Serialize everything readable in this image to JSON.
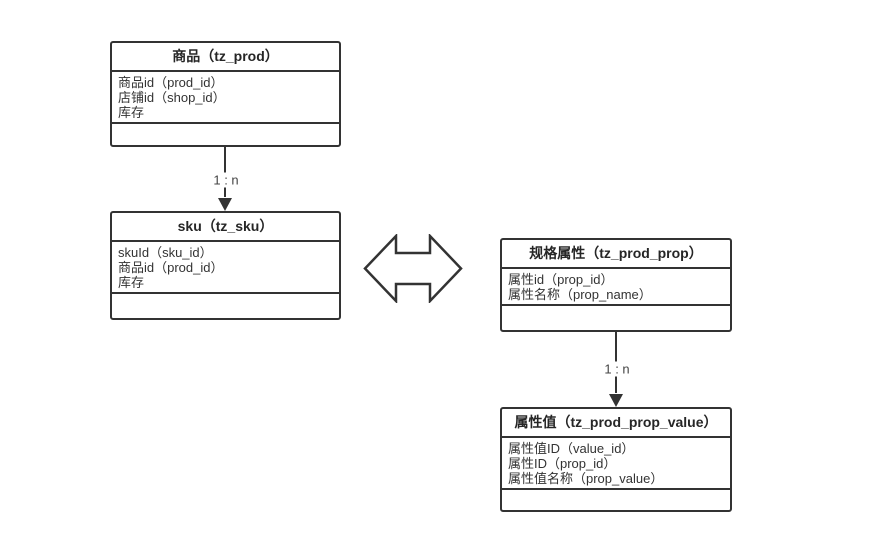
{
  "diagram": {
    "entities": [
      {
        "title": "商品（tz_prod）",
        "fields": [
          "商品id（prod_id）",
          "店铺id（shop_id）",
          "库存"
        ]
      },
      {
        "title": "sku（tz_sku）",
        "fields": [
          "skuId（sku_id）",
          "商品id（prod_id）",
          "库存"
        ]
      },
      {
        "title": "规格属性（tz_prod_prop）",
        "fields": [
          "属性id（prop_id）",
          "属性名称（prop_name）"
        ]
      },
      {
        "title": "属性值（tz_prod_prop_value）",
        "fields": [
          "属性值ID（value_id）",
          "属性ID（prop_id）",
          "属性值名称（prop_value）"
        ]
      }
    ],
    "connectors": [
      {
        "from": "商品（tz_prod）",
        "to": "sku（tz_sku）",
        "label": "1 : n"
      },
      {
        "from": "规格属性（tz_prod_prop）",
        "to": "属性值（tz_prod_prop_value）",
        "label": "1 : n"
      }
    ],
    "relation_icon": "double-horizontal-arrow",
    "colors": {
      "line": "#333333",
      "text": "#333333",
      "canvas": "#ffffff"
    }
  }
}
